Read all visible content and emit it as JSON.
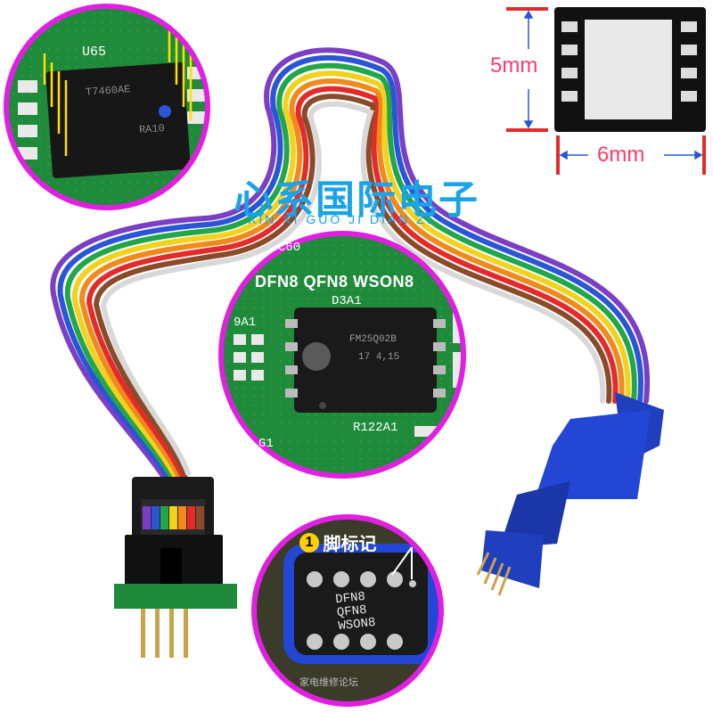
{
  "brand": {
    "chinese": "心系国际电子",
    "pinyin": "XIN XI GUO JI DIAN ZI"
  },
  "dimension_diagram": {
    "height_label": "5mm",
    "width_label": "6mm"
  },
  "top_left_inset": {
    "board_label": "U65",
    "chip_marking_1": "T7460AE",
    "chip_marking_2": "RA10"
  },
  "center_inset": {
    "package_title": "DFN8 QFN8 WSON8",
    "labels": [
      "C60",
      "D3A1",
      "9A1",
      "R122A1",
      "G1"
    ],
    "chip_marking_1": "FM25Q02B",
    "chip_marking_2": "17 4,15"
  },
  "bottom_inset": {
    "pin1_badge": "1",
    "pin1_text": "脚标记",
    "socket_lines": [
      "DFN8",
      "QFN8",
      "WSON8"
    ],
    "watermark": "家电维修论坛"
  },
  "colors": {
    "circle_border": "#e020e0",
    "pcb_green": "#1f8a3a",
    "dimension_red": "#ff3b6b",
    "brand_blue": "#1aa3e6",
    "connector_blue": "#1f3fbf"
  }
}
